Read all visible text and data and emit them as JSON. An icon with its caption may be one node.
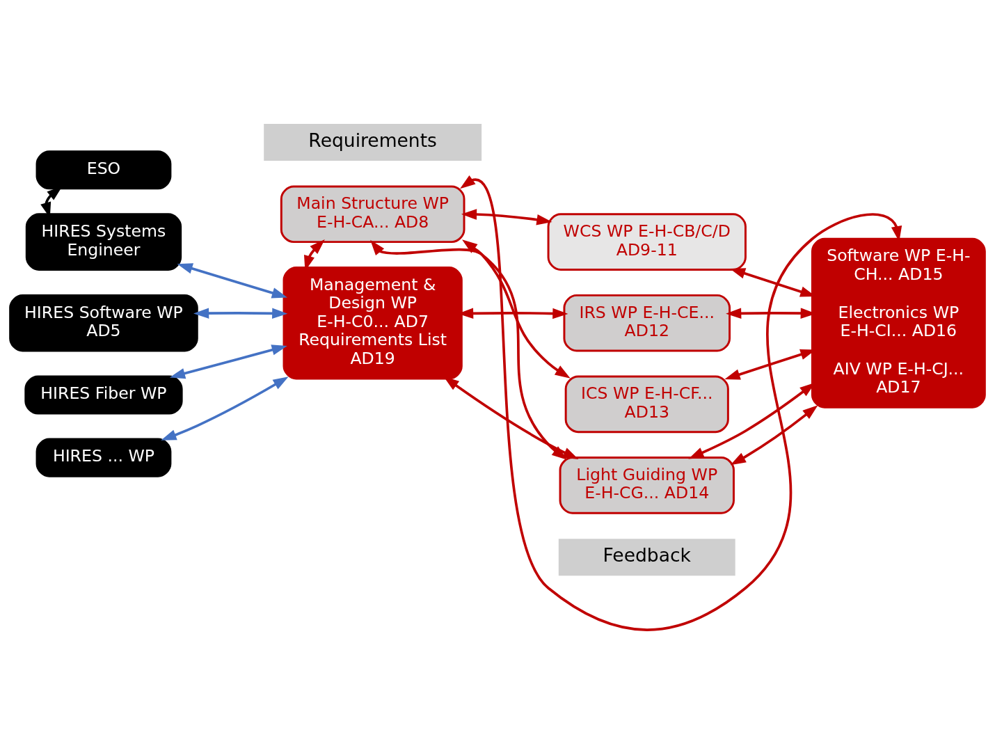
{
  "diagram": {
    "nodes": [
      {
        "text": [
          "ESO"
        ]
      },
      {
        "text": [
          "HIRES Systems Engineer"
        ]
      },
      {
        "text": [
          "HIRES Software WP AD5"
        ]
      },
      {
        "text": [
          "HIRES Fiber WP"
        ]
      },
      {
        "text": [
          "HIRES ... WP"
        ]
      },
      {
        "text": [
          "Management & Design WP E-H-C0... AD7 Requirements List AD19"
        ]
      },
      {
        "text": [
          "Main Structure WP E-H-CA... AD8"
        ]
      },
      {
        "text": [
          "WCS WP E-H-CB/C/D AD9-11"
        ]
      },
      {
        "text": [
          "IRS WP E-H-CE... AD12"
        ]
      },
      {
        "text": [
          "ICS WP E-H-CF... AD13"
        ]
      },
      {
        "text": [
          "Light Guiding WP E-H-CG... AD14"
        ]
      },
      {
        "text": [
          "Software WP E-H-CH... AD15",
          "Electronics WP E-H-CI... AD16",
          "AIV WP E-H-CJ... AD17"
        ]
      }
    ],
    "edges": [
      {
        "from": 0,
        "to": 1,
        "arrow": "both",
        "color": "#000000"
      },
      {
        "from": 5,
        "to": 1,
        "arrow": "both",
        "color": "#4472c4"
      },
      {
        "from": 5,
        "to": 2,
        "arrow": "both",
        "color": "#4472c4"
      },
      {
        "from": 5,
        "to": 3,
        "arrow": "both",
        "color": "#4472c4"
      },
      {
        "from": 5,
        "to": 4,
        "arrow": "both",
        "color": "#4472c4"
      },
      {
        "from": 5,
        "to": 6,
        "arrow": "both"
      },
      {
        "from": 6,
        "to": 11,
        "arrow": "both"
      },
      {
        "from": 5,
        "to": 8,
        "arrow": "both"
      },
      {
        "from": 5,
        "to": 10,
        "arrow": "both"
      },
      {
        "from": 6,
        "to": 7,
        "arrow": "both"
      },
      {
        "from": 6,
        "to": 9,
        "arrow": "both"
      },
      {
        "from": 6,
        "to": 10,
        "arrow": "both"
      },
      {
        "from": 11,
        "to": 7,
        "arrow": "both"
      },
      {
        "from": 11,
        "to": 8,
        "arrow": "both"
      },
      {
        "from": 11,
        "to": 9,
        "arrow": "both"
      },
      {
        "from": 11,
        "to": 10,
        "arrow": "both"
      },
      {
        "from": 10,
        "to": 11,
        "arrow": "both"
      }
    ],
    "labels": [
      "Requirements",
      "Feedback"
    ]
  }
}
